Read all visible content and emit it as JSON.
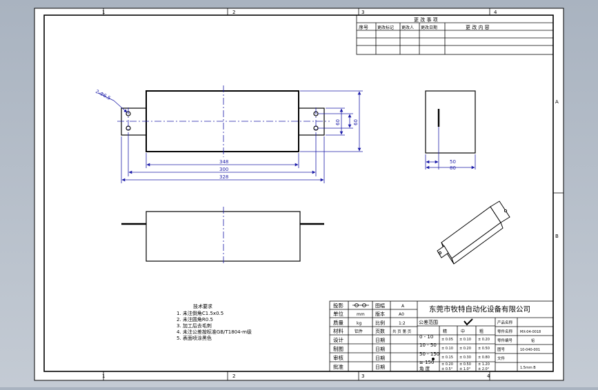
{
  "zone_numbers": {
    "top": [
      "1",
      "2",
      "3",
      "4"
    ],
    "bottom": [
      "1",
      "2",
      "3",
      "4"
    ],
    "side": [
      "A",
      "B"
    ]
  },
  "revision_block": {
    "title": "更 改 事 项",
    "headers": [
      "序号",
      "更改标记",
      "更改人",
      "更改日期",
      "更 改 内 容"
    ]
  },
  "dimensions": {
    "hole": "2-Φ6.5",
    "body_length": "348",
    "body_length_2": "300",
    "overall_length": "328",
    "tab_height": "60",
    "body_height": "60",
    "end_width": "50",
    "end_width_2": "80"
  },
  "tech_notes": {
    "title": "技术要求",
    "lines": [
      "1. 未注倒角C1.5x0.5",
      "2. 未注圆角R0.5",
      "3. 加工后去毛刺",
      "4. 未注公差按标准GB/T1804-m级",
      "5. 表面喷涂黑色"
    ]
  },
  "title_block": {
    "company": "东莞市牧特自动化设备有限公司",
    "rows": [
      [
        "投影",
        "",
        "图幅",
        "A"
      ],
      [
        "单位",
        "mm",
        "版本",
        "A0"
      ],
      [
        "质量",
        "kg",
        "比例",
        "1:2"
      ],
      [
        "材料",
        "铝件",
        "页数",
        "共 页 第 页"
      ],
      [
        "设计",
        "",
        "日期",
        ""
      ],
      [
        "制图",
        "",
        "日期",
        ""
      ],
      [
        "审核",
        "",
        "日期",
        ""
      ],
      [
        "批准",
        "",
        "日期",
        ""
      ]
    ],
    "tolerance_title": "公差范围",
    "tolerance_rows": [
      "0 - 10",
      "10 - 50",
      "50 - 150",
      "≥ 150",
      "角 度"
    ],
    "tolerance_grades": [
      "精",
      "中",
      "粗"
    ],
    "tolerance_values": [
      [
        "± 0.05",
        "± 0.10",
        "± 0.20"
      ],
      [
        "± 0.10",
        "± 0.20",
        "± 0.50"
      ],
      [
        "± 0.15",
        "± 0.30",
        "± 0.80"
      ],
      [
        "± 0.20",
        "± 0.50",
        "± 1.20"
      ],
      [
        "± 0.5°",
        "± 1.0°",
        "± 2.0°"
      ]
    ],
    "info_labels": [
      "产品名称",
      "零件名称",
      "零件编号",
      "图号",
      "文件"
    ],
    "info_values": [
      "",
      "MX-04-0018",
      "铝",
      "10-040-001",
      "1.5mm B"
    ]
  }
}
